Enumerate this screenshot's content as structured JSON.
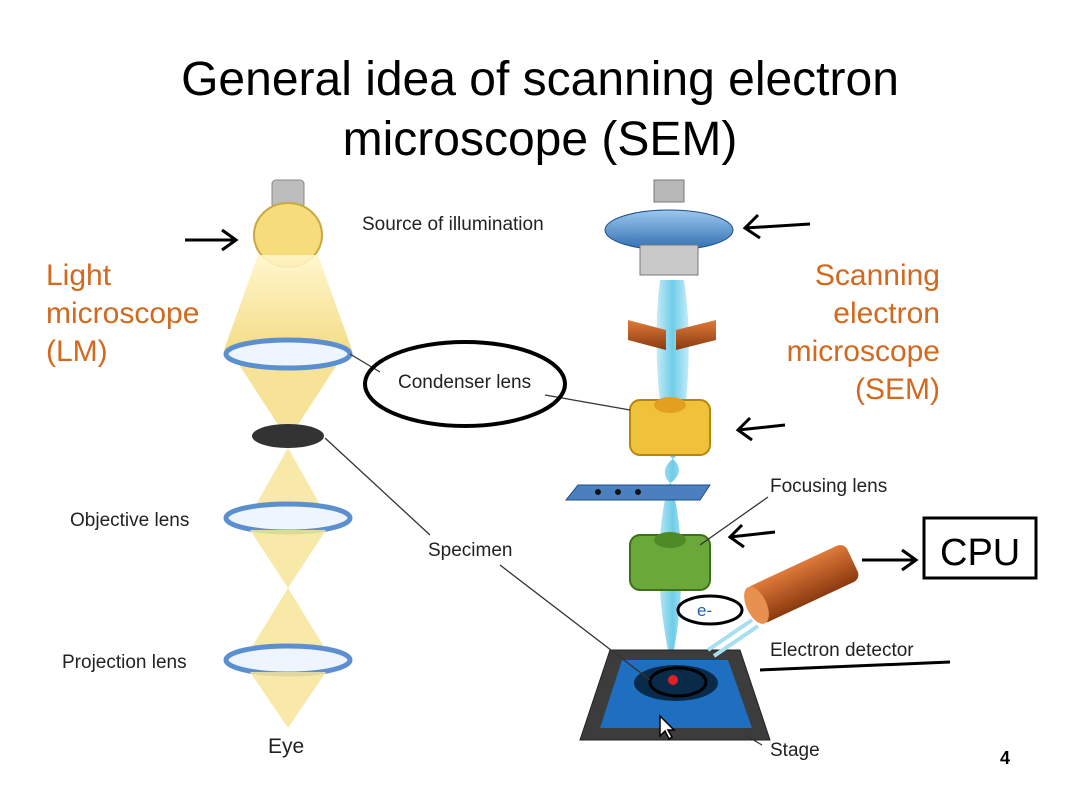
{
  "slide": {
    "title_line1": "General idea of scanning electron",
    "title_line2": "microscope (SEM)",
    "page_number": "4"
  },
  "diagram": {
    "lm_title": [
      "Light",
      "microscope",
      "(LM)"
    ],
    "sem_title": [
      "Scanning",
      "electron",
      "microscope",
      "(SEM)"
    ],
    "labels": {
      "source": "Source of illumination",
      "condenser": "Condenser lens",
      "objective": "Objective lens",
      "specimen": "Specimen",
      "projection": "Projection lens",
      "eye": "Eye",
      "focusing": "Focusing lens",
      "detector": "Electron detector",
      "stage": "Stage",
      "electron": "e-",
      "cpu": "CPU"
    },
    "colors": {
      "orange_title": "#d2691e",
      "lens_blue": "#5b9bd5",
      "beam": "#7fd3ea",
      "light_cone": "#f7e59a"
    }
  }
}
